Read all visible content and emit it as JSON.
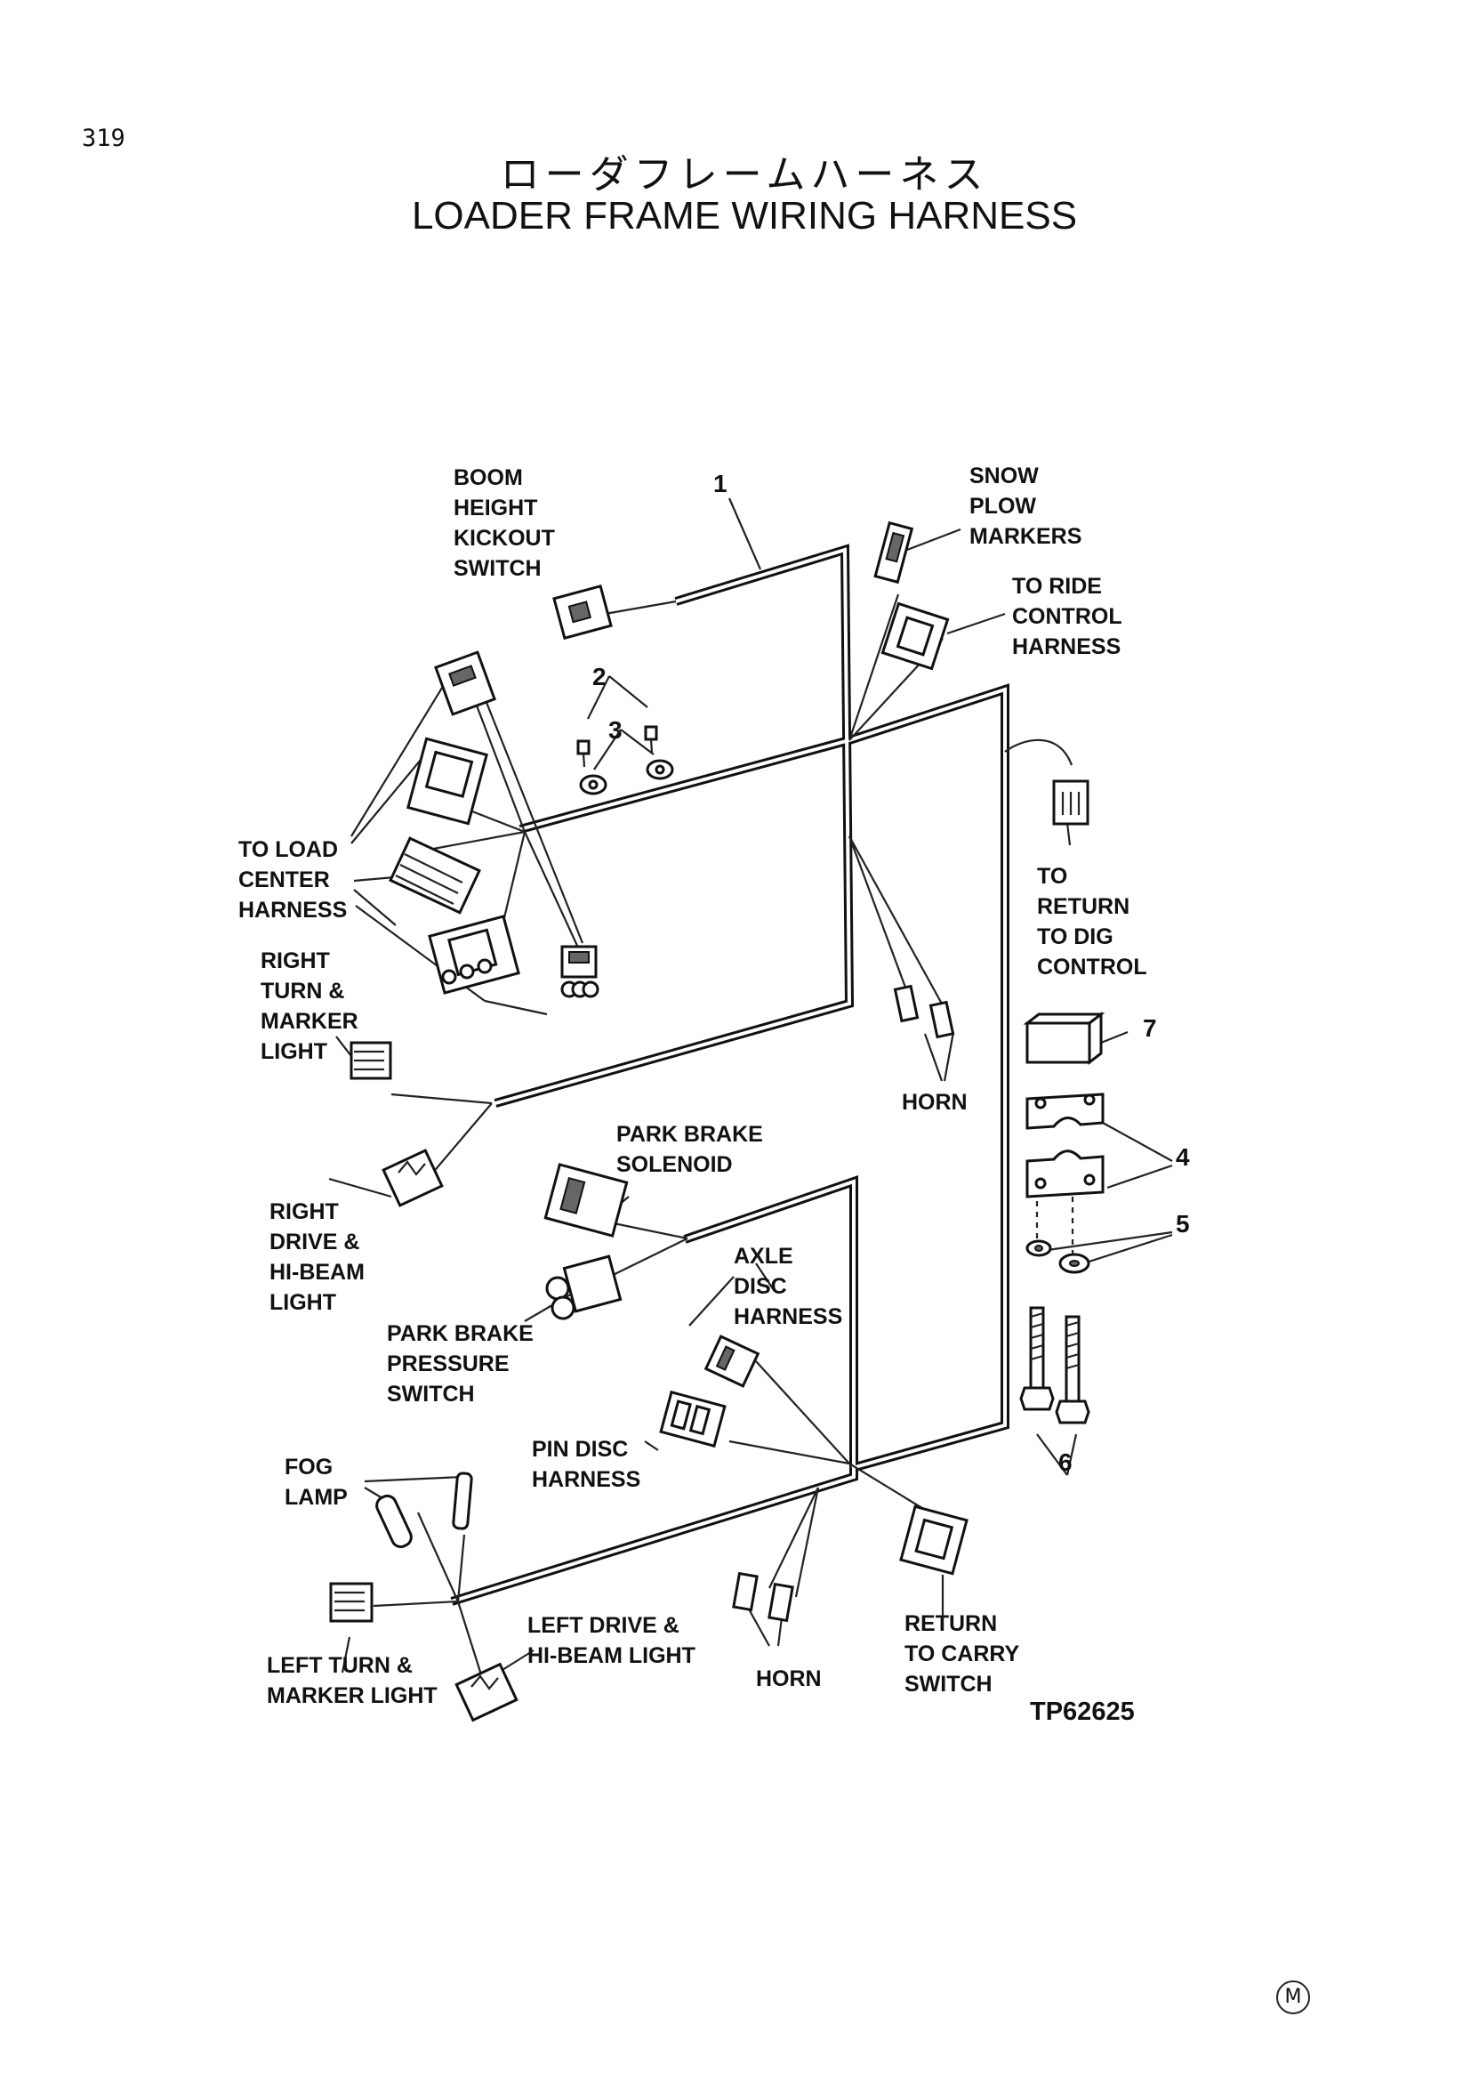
{
  "page": {
    "number": "319",
    "title_jp": "ローダフレームハーネス",
    "title_en": "LOADER FRAME WIRING HARNESS",
    "figure_id": "TP62625",
    "mark": "M"
  },
  "labels": {
    "boom_height_kickout_switch": "BOOM\nHEIGHT\nKICKOUT\nSWITCH",
    "snow_plow_markers": "SNOW\nPLOW\nMARKERS",
    "to_ride_control_harness": "TO RIDE\nCONTROL\nHARNESS",
    "to_load_center_harness": "TO LOAD\nCENTER\nHARNESS",
    "to_return_to_dig_control": "TO\nRETURN\nTO DIG\nCONTROL",
    "right_turn_marker_light": "RIGHT\nTURN &\nMARKER\nLIGHT",
    "horn_upper": "HORN",
    "park_brake_solenoid": "PARK BRAKE\nSOLENOID",
    "right_drive_hi_beam_light": "RIGHT\nDRIVE &\nHI-BEAM\nLIGHT",
    "axle_disc_harness": "AXLE\nDISC\nHARNESS",
    "park_brake_pressure_switch": "PARK BRAKE\nPRESSURE\nSWITCH",
    "pin_disc_harness": "PIN DISC\nHARNESS",
    "fog_lamp": "FOG\nLAMP",
    "left_drive_hi_beam_light": "LEFT DRIVE &\nHI-BEAM LIGHT",
    "left_turn_marker_light": "LEFT TURN &\nMARKER LIGHT",
    "horn_lower": "HORN",
    "return_to_carry_switch": "RETURN\nTO CARRY\nSWITCH"
  },
  "callouts": [
    "1",
    "2",
    "3",
    "4",
    "5",
    "6",
    "7"
  ]
}
